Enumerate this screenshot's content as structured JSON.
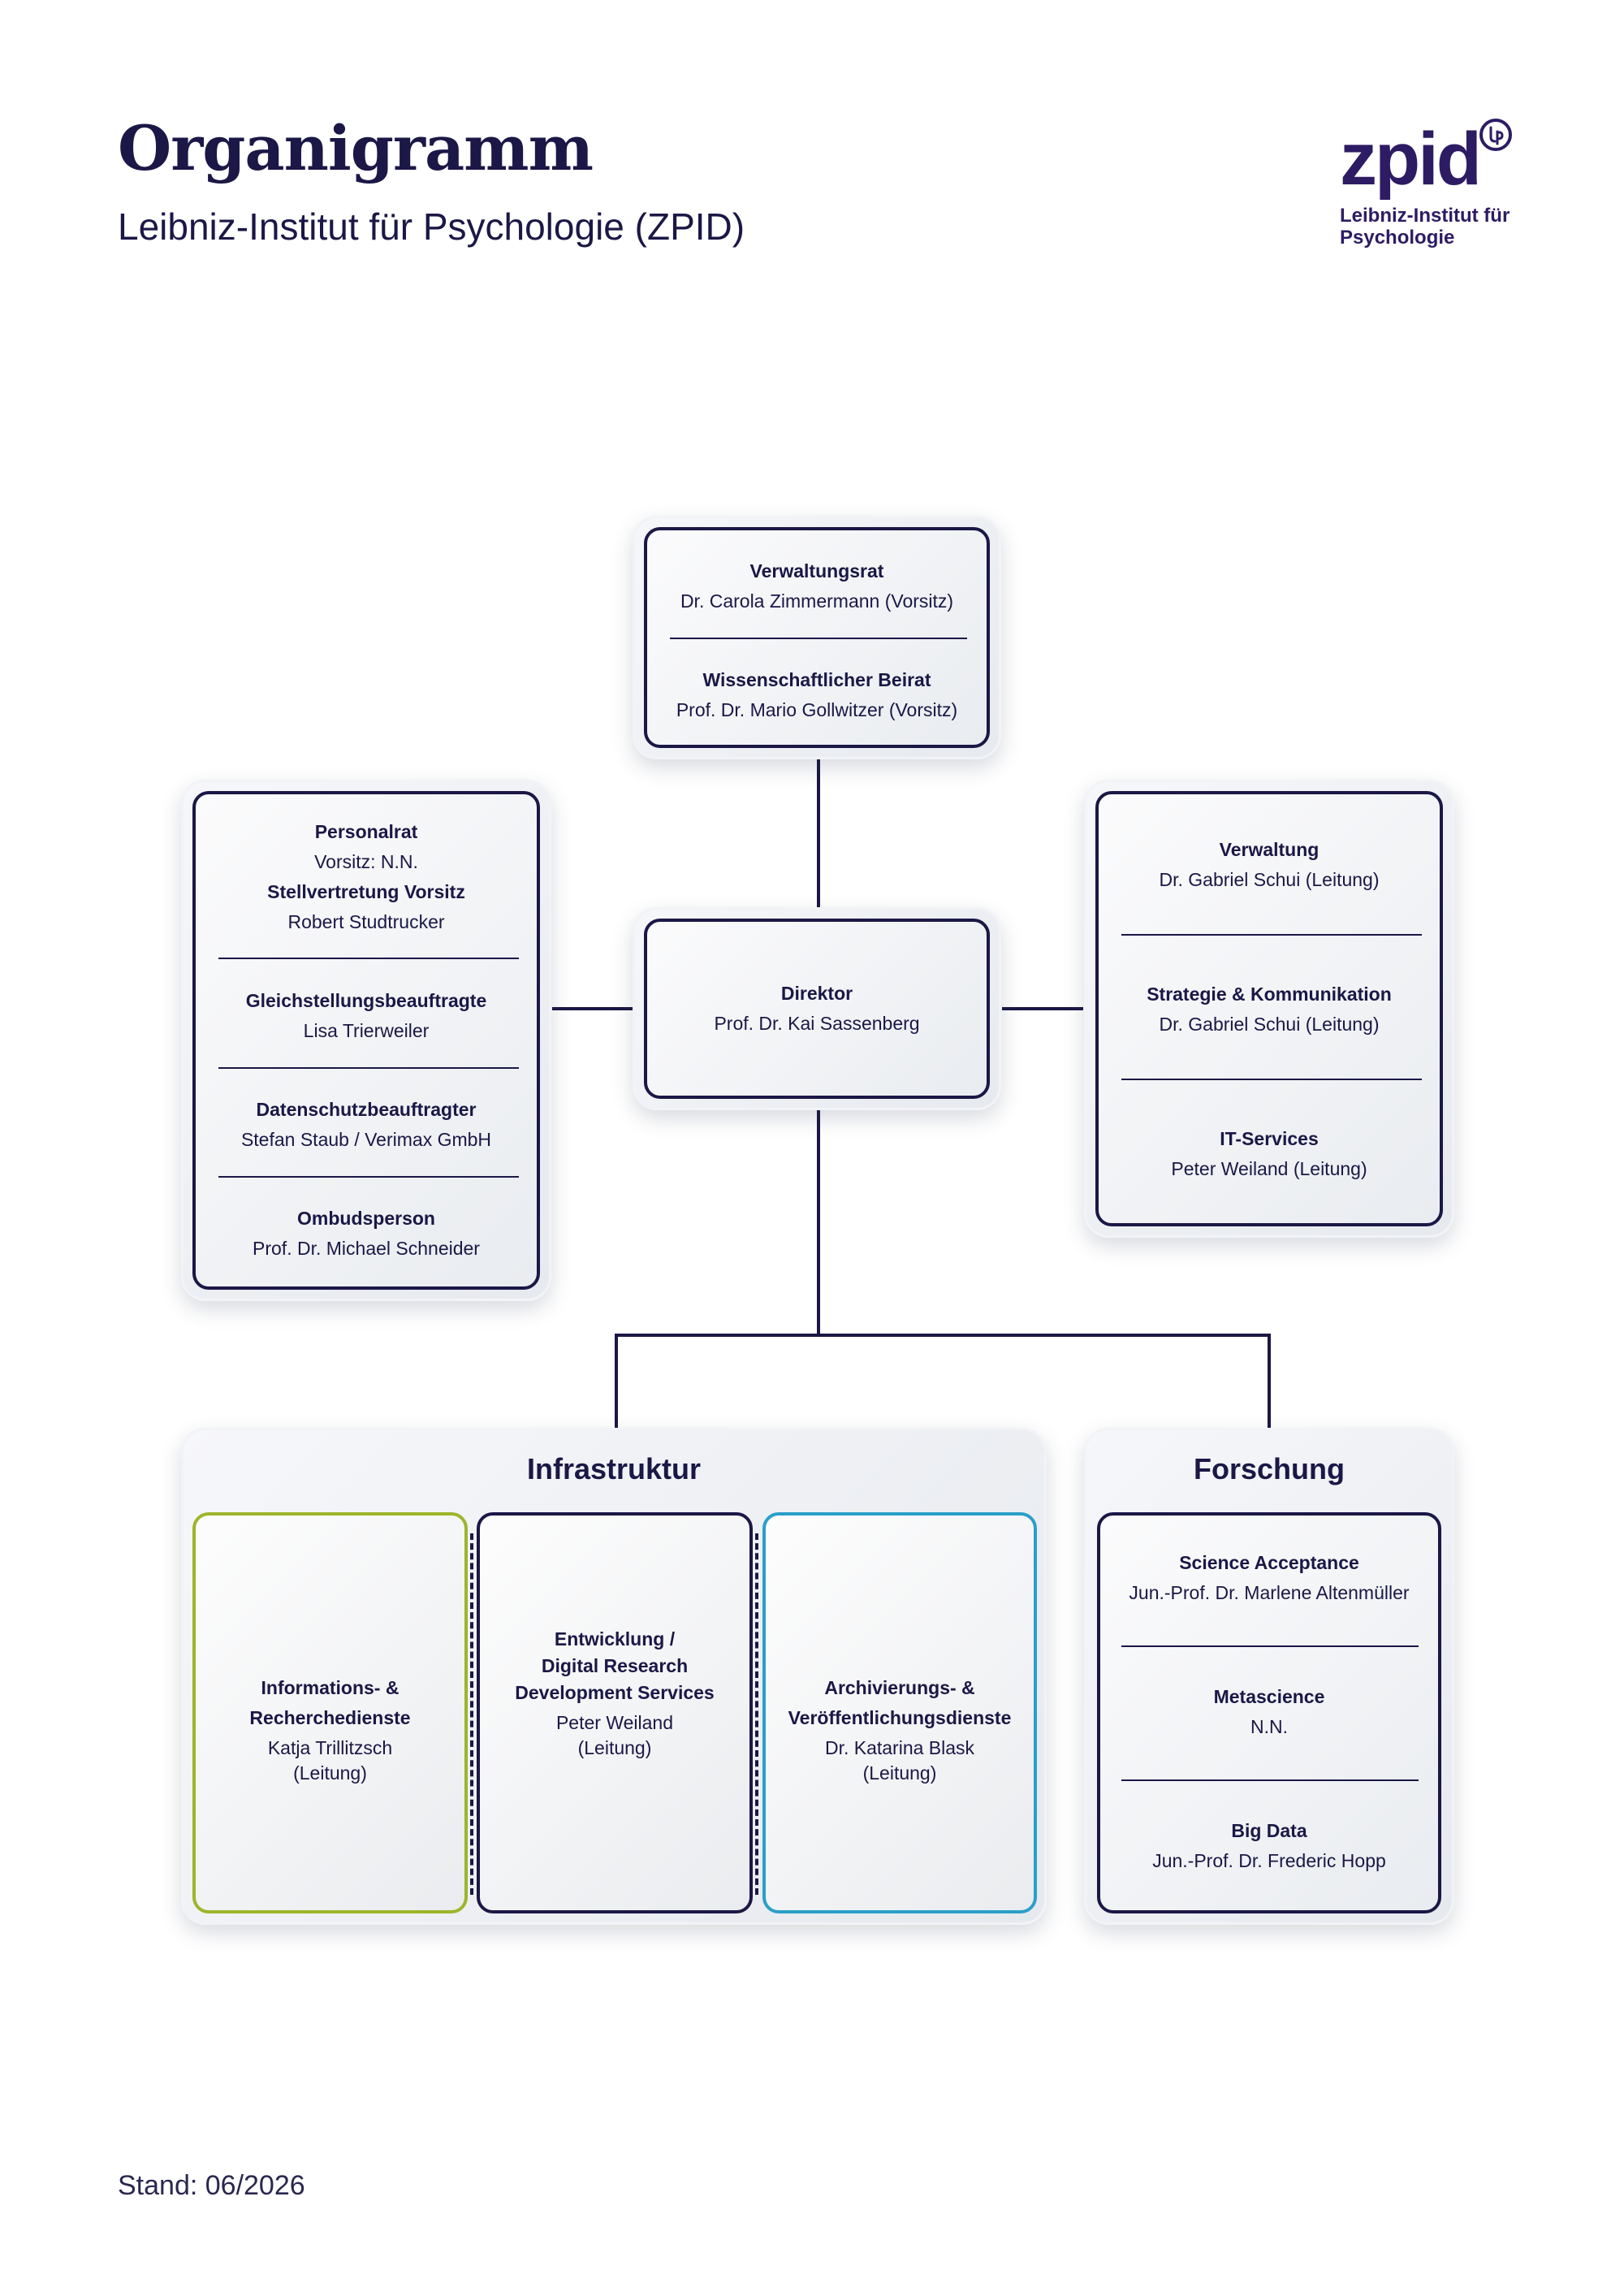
{
  "header": {
    "title": "Organigramm",
    "subtitle": "Leibniz-Institut für Psychologie (ZPID)"
  },
  "logo": {
    "word": "zpid",
    "line1": "Leibniz-Institut für",
    "line2": "Psychologie"
  },
  "boards": {
    "verwaltungsrat_title": "Verwaltungsrat",
    "verwaltungsrat_person": "Dr. Carola Zimmermann (Vorsitz)",
    "beirat_title": "Wissenschaftlicher Beirat",
    "beirat_person": "Prof. Dr. Mario Gollwitzer (Vorsitz)"
  },
  "director": {
    "title": "Direktor",
    "person": "Prof. Dr. Kai Sassenberg"
  },
  "staff": {
    "personalrat_title": "Personalrat",
    "personalrat_chair": "Vorsitz: N.N.",
    "deputy_title": "Stellvertretung Vorsitz",
    "deputy_person": "Robert Studtrucker",
    "equality_title": "Gleichstellungsbeauftragte",
    "equality_person": "Lisa Trierweiler",
    "privacy_title": "Datenschutzbeauftragter",
    "privacy_person": "Stefan Staub / Verimax GmbH",
    "ombud_title": "Ombudsperson",
    "ombud_person": "Prof. Dr. Michael Schneider"
  },
  "admin": {
    "verwaltung_title": "Verwaltung",
    "verwaltung_person": "Dr. Gabriel Schui (Leitung)",
    "strategy_title": "Strategie & Kommunikation",
    "strategy_person": "Dr. Gabriel Schui (Leitung)",
    "it_title": "IT-Services",
    "it_person": "Peter Weiland (Leitung)"
  },
  "infrastruktur": {
    "title": "Infrastruktur",
    "info_line1": "Informations- &",
    "info_line2": "Recherchedienste",
    "info_person1": "Katja Trillitzsch",
    "info_person2": "(Leitung)",
    "dev_line1": "Entwicklung /",
    "dev_line2": "Digital Research",
    "dev_line3": "Development Services",
    "dev_person1": "Peter Weiland",
    "dev_person2": "(Leitung)",
    "arch_line1": "Archivierungs- &",
    "arch_line2": "Veröffentlichungsdienste",
    "arch_person1": "Dr. Katarina Blask",
    "arch_person2": "(Leitung)"
  },
  "forschung": {
    "title": "Forschung",
    "sa_title": "Science Acceptance",
    "sa_person": "Jun.-Prof. Dr. Marlene Altenmüller",
    "meta_title": "Metascience",
    "meta_person": "N.N.",
    "bd_title": "Big Data",
    "bd_person": "Jun.-Prof. Dr. Frederic Hopp"
  },
  "footer": {
    "stand": "Stand: 06/2026"
  },
  "colors": {
    "navy": "#1b1746",
    "green_accent": "#9db52a",
    "blue_accent": "#2a9fc9"
  }
}
